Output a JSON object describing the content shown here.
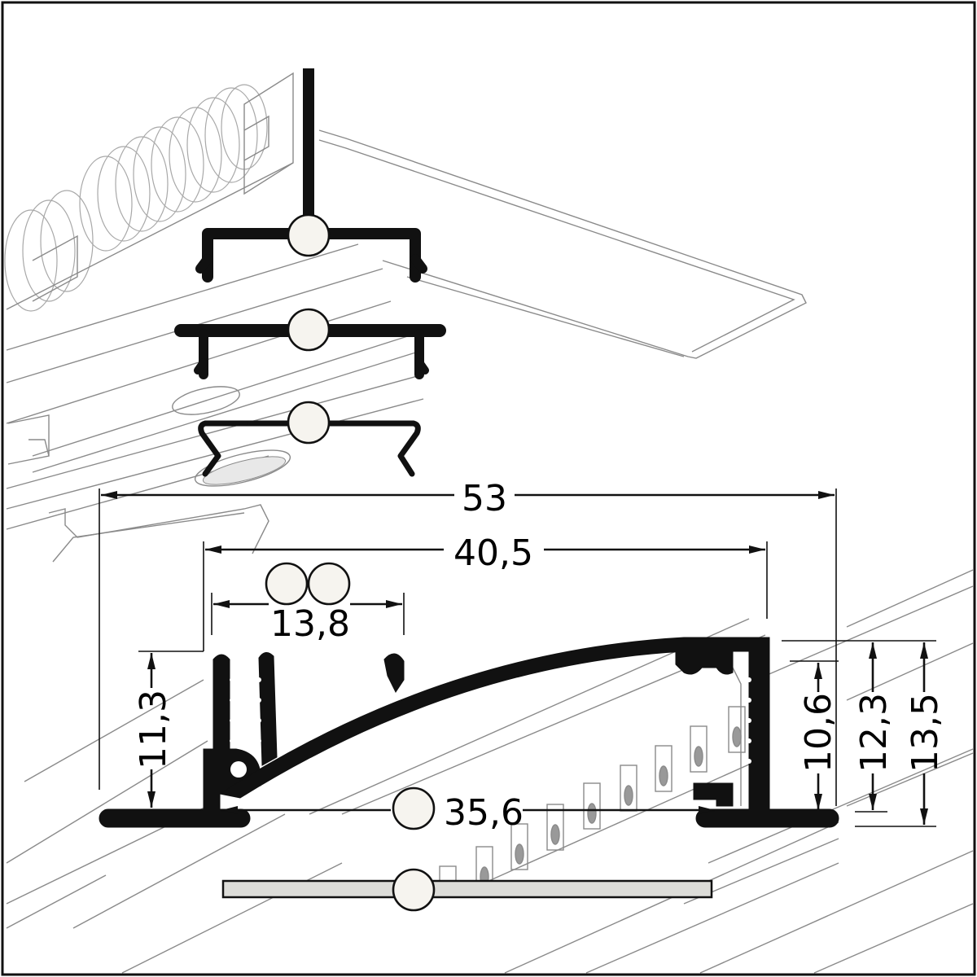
{
  "dimensions": {
    "overall_width": "53",
    "inner_width": "40,5",
    "channel_width": "13,8",
    "base_width": "35,6",
    "left_height": "11,3",
    "inner_height": "10,6",
    "mid_height": "12,3",
    "total_height": "13,5"
  },
  "colors": {
    "profile": "#111111",
    "outline": "#8a8a8a",
    "diffuser": "#dcdcd8",
    "connector": "#f6f4ef"
  }
}
